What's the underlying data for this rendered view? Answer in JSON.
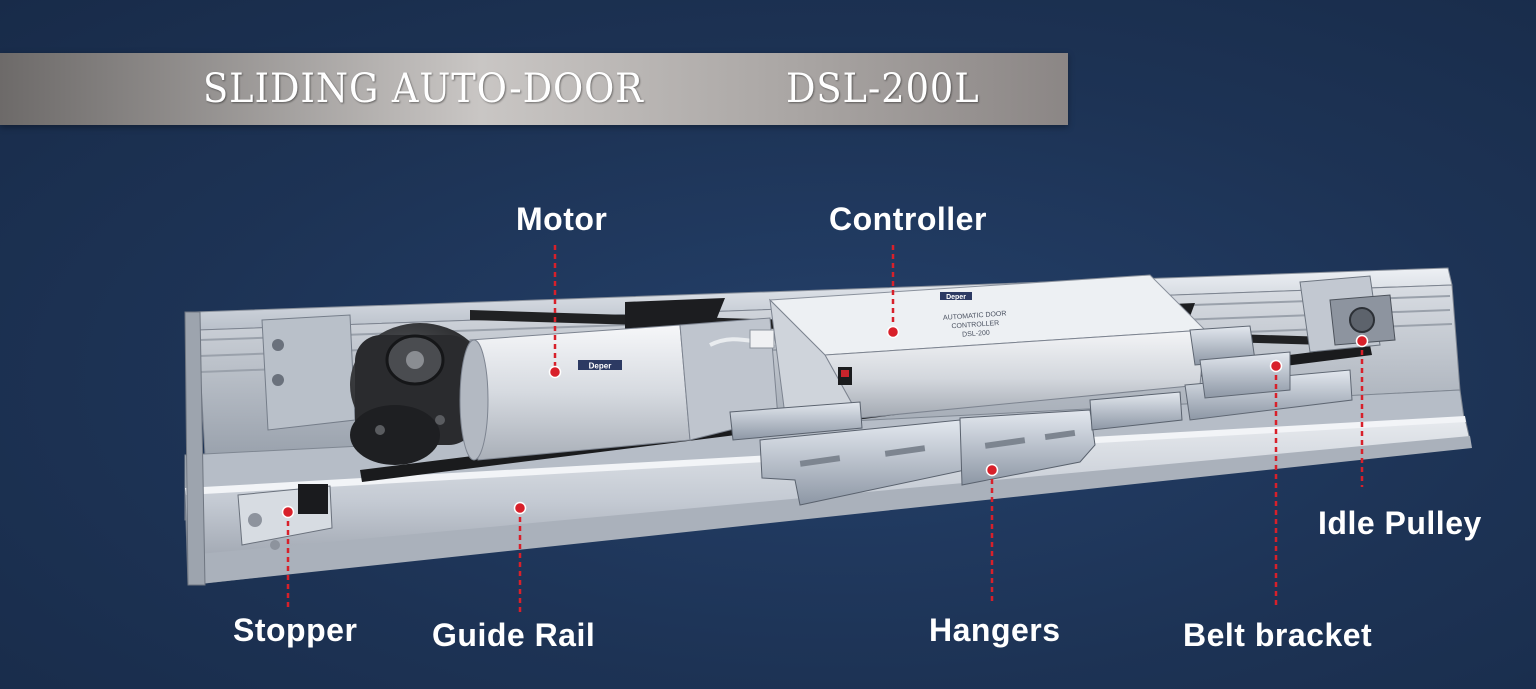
{
  "title": {
    "main": "SLIDING AUTO-DOOR",
    "model": "DSL-200L"
  },
  "callouts": {
    "motor": "Motor",
    "controller": "Controller",
    "stopper": "Stopper",
    "guide_rail": "Guide Rail",
    "hangers": "Hangers",
    "belt_bracket": "Belt bracket",
    "idle_pulley": "Idle Pulley"
  },
  "controller_label": {
    "brand": "Deper",
    "line1": "AUTOMATIC DOOR",
    "line2": "CONTROLLER",
    "line3": "DSL-200"
  },
  "motor_brand": "Deper",
  "colors": {
    "background": "#1e3456",
    "callout_dot": "#d8202a",
    "aluminum": "#c9ced6"
  }
}
